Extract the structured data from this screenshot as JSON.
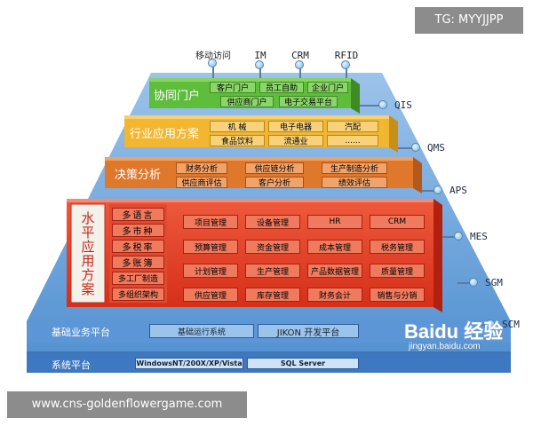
{
  "watermark_top": "TG: MYYJJPP",
  "watermark_bottom": "www.cns-goldenflowergame.com",
  "top_interfaces": [
    "移动访问",
    "IM",
    "CRM",
    "RFID"
  ],
  "layers": {
    "portal": {
      "title": "协同门户",
      "color": "#5fbd3c",
      "items": [
        "客户门户",
        "员工自助",
        "企业门户",
        "供应商门户",
        "电子交易平台"
      ]
    },
    "industry": {
      "title": "行业应用方案",
      "color": "#f2b630",
      "items": [
        "机 械",
        "电子电器",
        "汽配",
        "食品饮料",
        "流通业",
        "......"
      ]
    },
    "decision": {
      "title": "决策分析",
      "color": "#e0782c",
      "items": [
        "财务分析",
        "供应链分析",
        "生产制造分析",
        "供应商评估",
        "客户分析",
        "绩效评估"
      ]
    },
    "horizontal": {
      "title": "水平应用方案",
      "title_chars": [
        "水",
        "平",
        "应",
        "用",
        "方",
        "案"
      ],
      "color": "#e23a22",
      "side_items": [
        "多语言",
        "多市种",
        "多税率",
        "多账簿",
        "多工厂制造",
        "多组织架构"
      ],
      "grid": [
        [
          "项目管理",
          "设备管理",
          "HR",
          "CRM"
        ],
        [
          "预算管理",
          "资金管理",
          "成本管理",
          "税务管理"
        ],
        [
          "计划管理",
          "生产管理",
          "产品数据管理",
          "质量管理"
        ],
        [
          "供应管理",
          "库存管理",
          "财务会计",
          "销售与分销"
        ]
      ]
    },
    "base_business": {
      "title": "基础业务平台",
      "items": [
        "基础运行系统",
        "JIKON 开发平台"
      ]
    },
    "system": {
      "title": "系统平台",
      "items": [
        "WindowsNT/200X/XP/Vista",
        "SQL Server"
      ]
    }
  },
  "side_interfaces": [
    "QIS",
    "QMS",
    "APS",
    "MES",
    "SGM",
    "SCM"
  ],
  "baidu_logo": "Baidu 经验",
  "baidu_url": "jingyan.baidu.com"
}
